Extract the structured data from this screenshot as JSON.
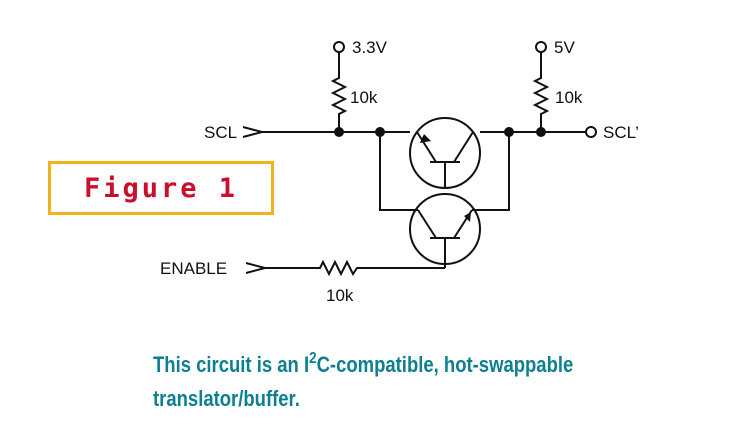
{
  "figure_label": "Figure 1",
  "caption": {
    "part1": "This circuit is an I",
    "superscript": "2",
    "part2": "C-compatible, hot-swappable",
    "line2": "translator/buffer."
  },
  "labels": {
    "scl_in": "SCL",
    "scl_out": "SCL’",
    "enable": "ENABLE",
    "supply_left": "3.3V",
    "supply_right": "5V",
    "resistor_left": "10k",
    "resistor_right": "10k",
    "resistor_enable": "10k"
  },
  "colors": {
    "figure_border": "#f2b21c",
    "figure_text": "#c8102e",
    "caption_text": "#0c7f91"
  }
}
